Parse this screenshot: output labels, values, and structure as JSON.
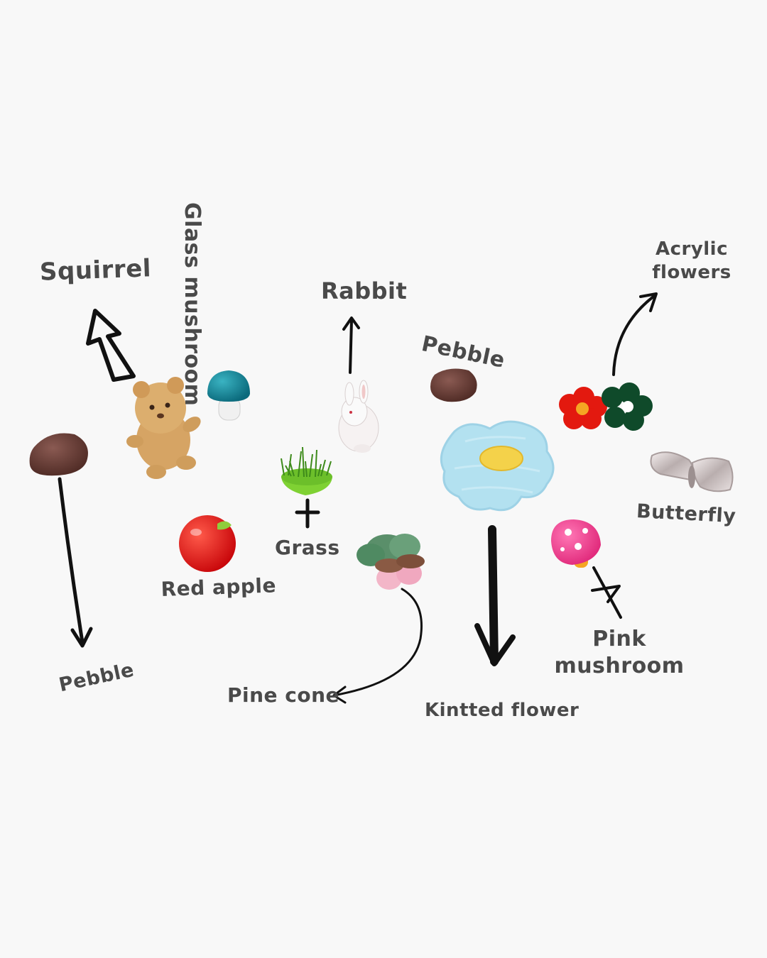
{
  "labels": {
    "squirrel": "Squirrel",
    "glass_mushroom": "Glass mushroom",
    "rabbit": "Rabbit",
    "pebble_top": "Pebble",
    "acrylic_flowers_line1": "Acrylic",
    "acrylic_flowers_line2": "flowers",
    "butterfly": "Butterfly",
    "grass": "Grass",
    "red_apple": "Red apple",
    "pebble_left": "Pebble",
    "pine_cone": "Pine cone",
    "knitted_flower": "Kintted flower",
    "pink_mushroom_line1": "Pink",
    "pink_mushroom_line2": "mushroom"
  },
  "colors": {
    "background": "#f8f8f8",
    "label_text": "#4a4a4a",
    "arrow": "#111111"
  },
  "icons": [
    "pebble-icon",
    "squirrel-icon",
    "glass-mushroom-icon",
    "rabbit-icon",
    "grass-icon",
    "red-apple-icon",
    "pine-cone-icon",
    "knitted-flower-icon",
    "acrylic-flowers-icon",
    "butterfly-icon",
    "pink-mushroom-icon"
  ]
}
